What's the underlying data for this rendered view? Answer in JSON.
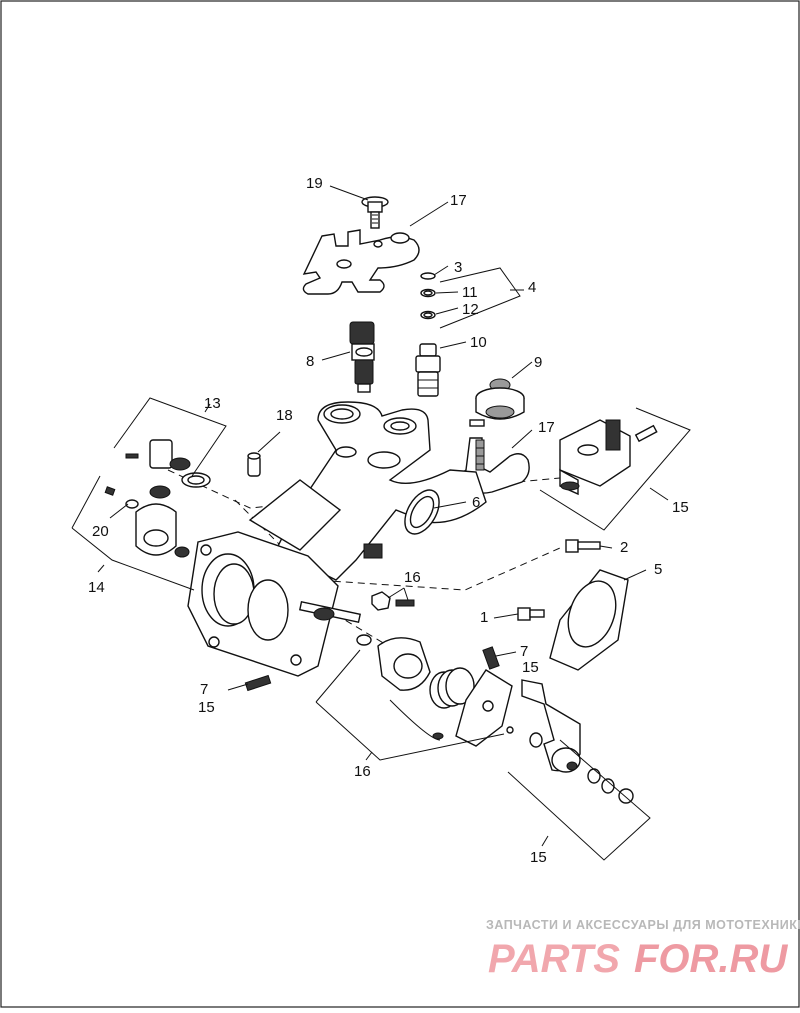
{
  "diagram": {
    "callouts": {
      "c1": "1",
      "c2": "2",
      "c3": "3",
      "c4": "4",
      "c5": "5",
      "c6": "6",
      "c7a": "7",
      "c7b": "7",
      "c8": "8",
      "c9": "9",
      "c10": "10",
      "c11": "11",
      "c12": "12",
      "c13": "13",
      "c14": "14",
      "c15a": "15",
      "c15b": "15",
      "c15c": "15",
      "c15d": "15",
      "c16a": "16",
      "c16b": "16",
      "c17a": "17",
      "c17b": "17",
      "c18": "18",
      "c19": "19",
      "c20": "20"
    }
  },
  "watermark": {
    "line1": "ЗАПЧАСТИ И АКСЕССУАРЫ ДЛЯ МОТОТЕХНИКИ",
    "brand_left": "PARTS",
    "brand_right": "FOR.RU",
    "colors": {
      "brand": "#f1a7ad",
      "grey": "#b8b8b8"
    }
  }
}
